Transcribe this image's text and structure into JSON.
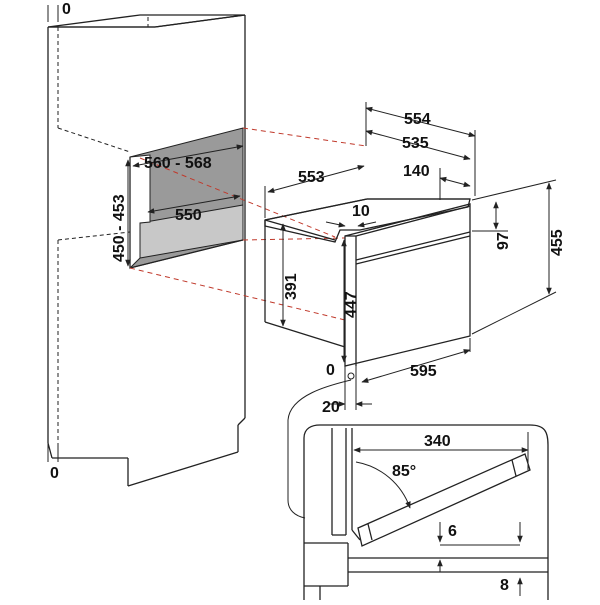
{
  "dimensions": {
    "cabinet_top_offset": "0",
    "cabinet_bottom_offset": "0",
    "niche_height": "450 - 453",
    "niche_width": "560 - 568",
    "niche_depth": "550",
    "oven_depth_total": "554",
    "oven_depth_body": "535",
    "oven_depth_front": "553",
    "panel_depth": "140",
    "front_thickness": "10",
    "panel_height": "97",
    "oven_height_total": "455",
    "body_height": "391",
    "front_height": "447",
    "oven_width": "595",
    "bottom_gap": "0",
    "side_offset": "20"
  },
  "detail": {
    "door_reach": "340",
    "door_angle": "85°",
    "gap_upper": "6",
    "gap_lower": "8"
  },
  "icons": [
    "arrow-icon"
  ],
  "colors": {
    "line": "#222222",
    "projection": "#c0392b",
    "niche_fill": "#9a9a9a",
    "niche_floor": "#c8c8c8"
  }
}
